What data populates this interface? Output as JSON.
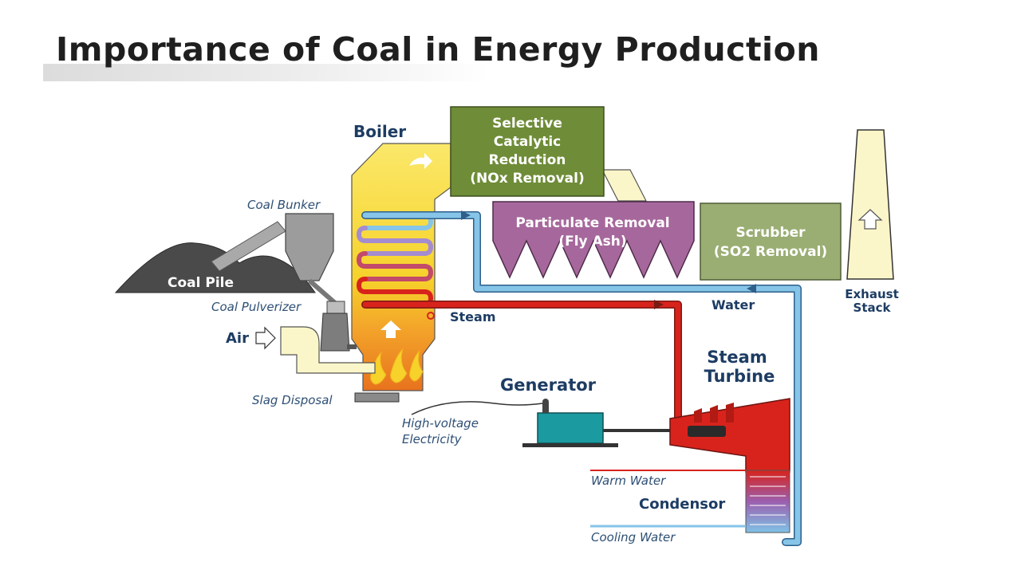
{
  "title": "Importance of Coal in Energy Production",
  "labels": {
    "boiler": "Boiler",
    "scr_line1": "Selective",
    "scr_line2": "Catalytic",
    "scr_line3": "Reduction",
    "scr_line4": "(NOx Removal)",
    "particulate_line1": "Particulate Removal",
    "particulate_line2": "(Fly Ash)",
    "scrubber_line1": "Scrubber",
    "scrubber_line2": "(SO2 Removal)",
    "exhaust_line1": "Exhaust",
    "exhaust_line2": "Stack",
    "coal_bunker": "Coal Bunker",
    "coal_pile": "Coal Pile",
    "coal_pulverizer": "Coal Pulverizer",
    "air": "Air",
    "slag_disposal": "Slag Disposal",
    "steam": "Steam",
    "water": "Water",
    "generator": "Generator",
    "hv_line1": "High-voltage",
    "hv_line2": "Electricity",
    "steam_turbine_line1": "Steam",
    "steam_turbine_line2": "Turbine",
    "warm_water": "Warm Water",
    "condensor": "Condensor",
    "cooling_water": "Cooling Water"
  },
  "colors": {
    "boiler_yellow": "#f6d22a",
    "scr_green": "#6f8c38",
    "particulate_purple": "#a6689c",
    "scrubber_green": "#9aae73",
    "steam_red": "#d8231c",
    "water_blue": "#7fc2e6",
    "generator_teal": "#1b9aa0",
    "label_navy": "#1d3c63"
  }
}
